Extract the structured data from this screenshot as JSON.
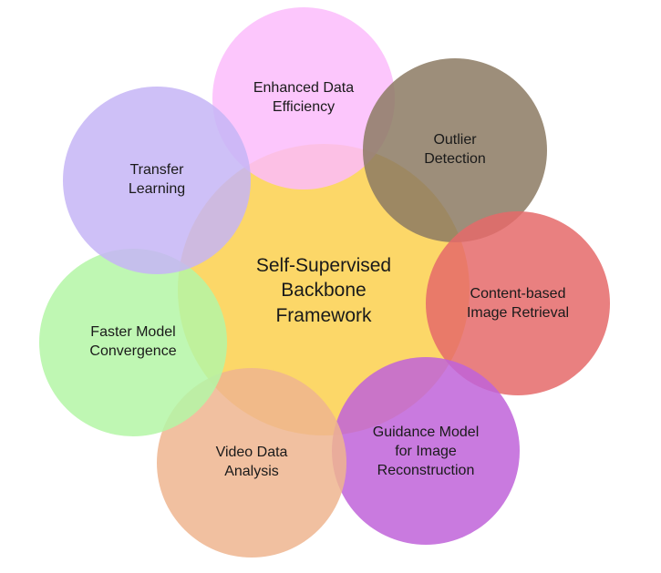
{
  "center": {
    "lines": [
      "Self-Supervised",
      "Backbone",
      "Framework"
    ],
    "color": "#fcd768"
  },
  "satellites": [
    {
      "id": "enhanced-data-efficiency",
      "lines": [
        "Enhanced Data",
        "Efficiency"
      ],
      "color": "#fbbcfb"
    },
    {
      "id": "outlier-detection",
      "lines": [
        "Outlier",
        "Detection"
      ],
      "color": "#8c7a63"
    },
    {
      "id": "content-based-image-retrieval",
      "lines": [
        "Content-based",
        "Image Retrieval"
      ],
      "color": "#e56a6a"
    },
    {
      "id": "guidance-model",
      "lines": [
        "Guidance Model",
        "for Image",
        "Reconstruction"
      ],
      "color": "#bf63d9"
    },
    {
      "id": "video-data-analysis",
      "lines": [
        "Video Data",
        "Analysis"
      ],
      "color": "#eeb58f"
    },
    {
      "id": "faster-model-convergence",
      "lines": [
        "Faster Model",
        "Convergence"
      ],
      "color": "#b4f6a6"
    },
    {
      "id": "transfer-learning",
      "lines": [
        "Transfer",
        "Learning"
      ],
      "color": "#c6b5f6"
    }
  ]
}
